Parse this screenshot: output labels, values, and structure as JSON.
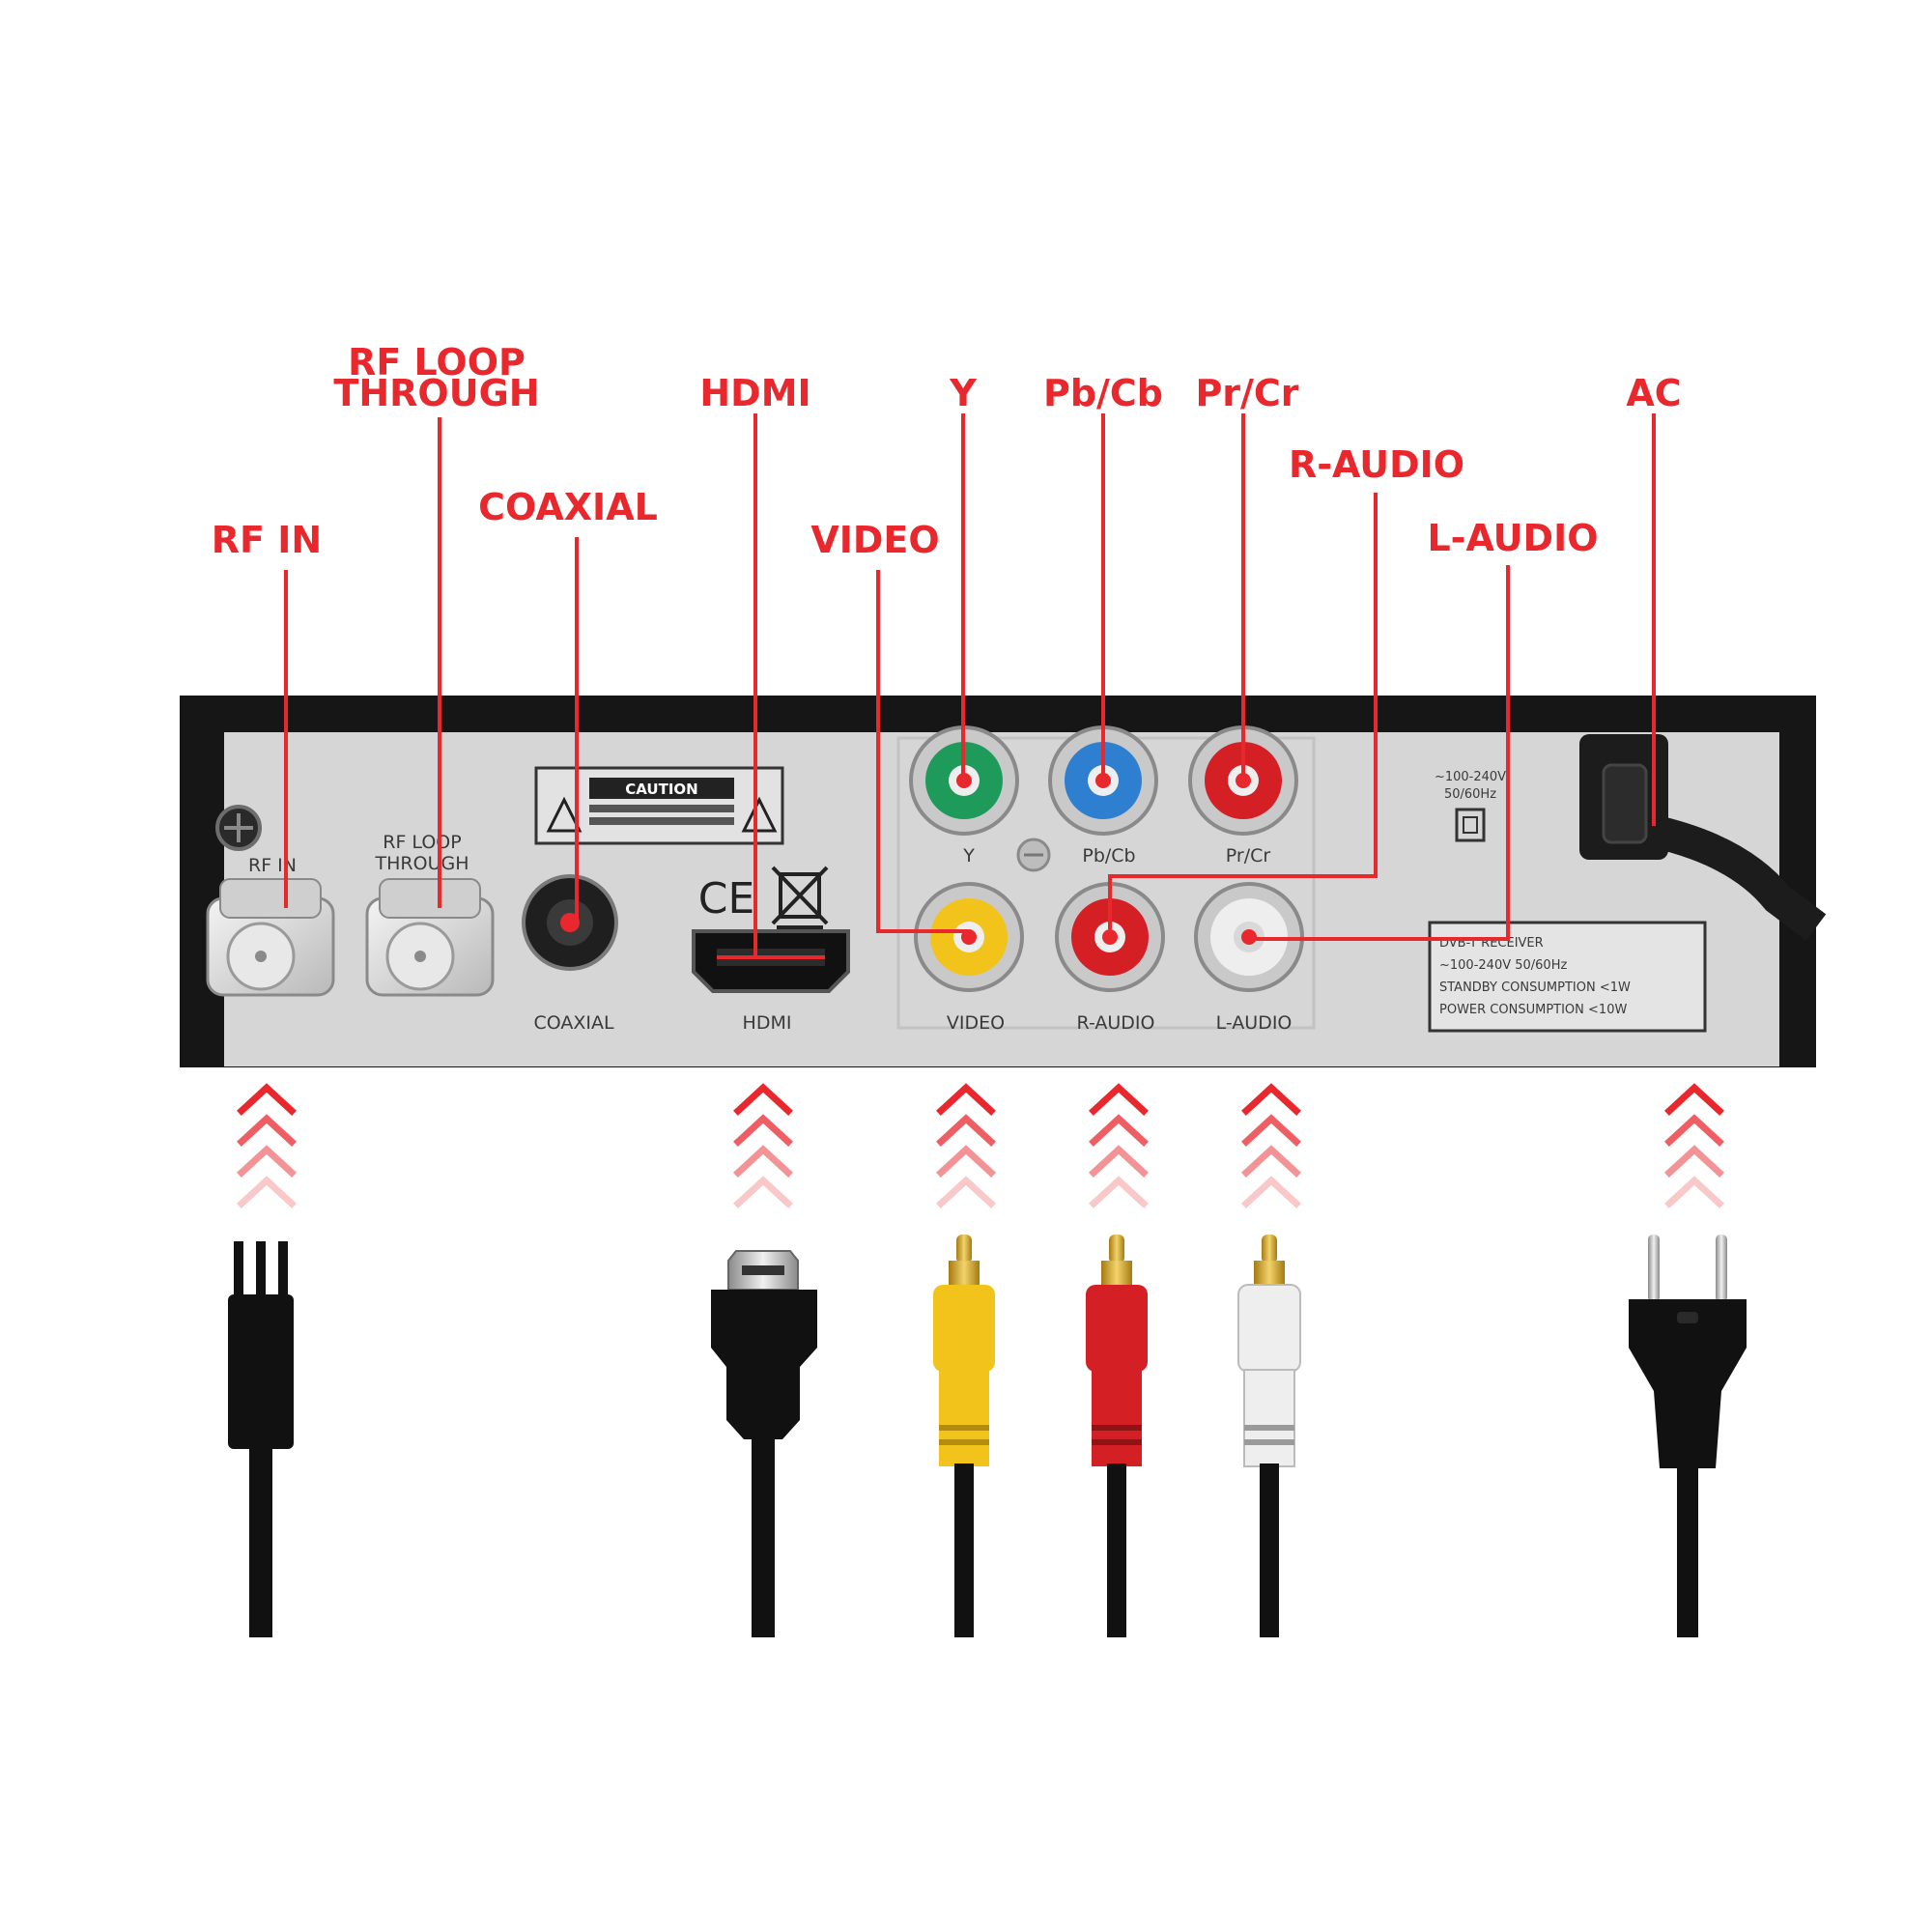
{
  "callouts": {
    "rf_in": "RF IN",
    "rf_loop_1": "RF LOOP",
    "rf_loop_2": "THROUGH",
    "coaxial": "COAXIAL",
    "hdmi": "HDMI",
    "video": "VIDEO",
    "y": "Y",
    "pbcb": "Pb/Cb",
    "prcr": "Pr/Cr",
    "r_audio": "R-AUDIO",
    "l_audio": "L-AUDIO",
    "ac": "AC"
  },
  "panel_labels": {
    "rf_in": "RF IN",
    "rf_loop_1": "RF LOOP",
    "rf_loop_2": "THROUGH",
    "coaxial": "COAXIAL",
    "hdmi": "HDMI",
    "video": "VIDEO",
    "r_audio": "R-AUDIO",
    "l_audio": "L-AUDIO",
    "y": "Y",
    "pbcb": "Pb/Cb",
    "prcr": "Pr/Cr",
    "caution": "CAUTION",
    "ce_mark": "CE",
    "voltage_1": "~100-240V",
    "voltage_2": "50/60Hz"
  },
  "spec_label": [
    "DVB-T RECEIVER",
    "~100-240V 50/60Hz",
    "STANDBY CONSUMPTION <1W",
    "POWER CONSUMPTION <10W"
  ],
  "colors": {
    "accent": "#e8282d",
    "panel": "#d6d6d6",
    "chassis": "#161616",
    "rca_green": "#1e9a5a",
    "rca_blue": "#2e7fd0",
    "rca_red": "#d41f25",
    "rca_yellow": "#f2c31a",
    "rca_white": "#eeeeee"
  },
  "cables": [
    "rf-coax-plug",
    "hdmi-plug",
    "rca-yellow-plug",
    "rca-red-plug",
    "rca-white-plug",
    "eu-power-plug"
  ]
}
